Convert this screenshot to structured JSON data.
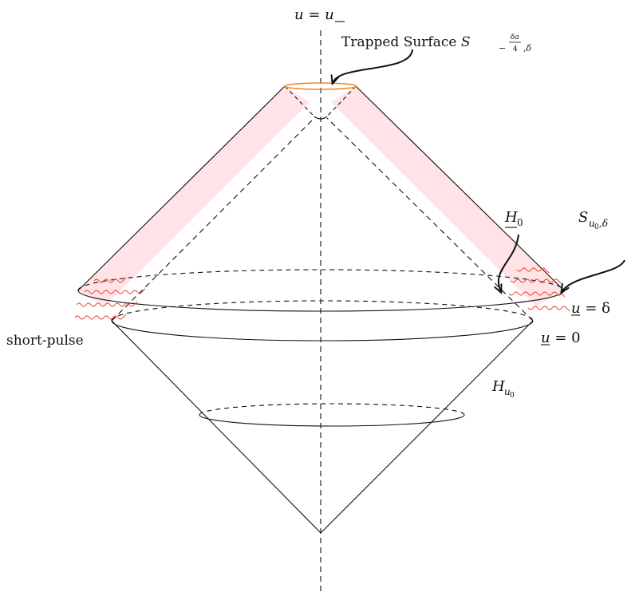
{
  "labels": {
    "axis_eq_u": "u",
    "axis_eq_sign": " = ",
    "axis_eq_ubar": "u",
    "trapped_text": "Trapped Surface ",
    "trapped_S": "S",
    "trapped_sub_minus": "−",
    "trapped_frac_num": "δa",
    "trapped_frac_den": "4",
    "trapped_sub_tail": ",δ",
    "H0_letter": "H",
    "H0_sub": "0",
    "Su0_S": "S",
    "Su0_sub_u": "u",
    "Su0_sub_0": "0",
    "Su0_sub_tail": ",δ",
    "ubar_delta_u": "u",
    "ubar_delta_rest": " = δ",
    "ubar_zero_u": "u",
    "ubar_zero_rest": " = 0",
    "short_pulse": "short-pulse",
    "Hu0_H": "H",
    "Hu0_u": "u",
    "Hu0_0": "0"
  },
  "colors": {
    "line": "#111111",
    "band": "#ffe3e6",
    "pulse": "#e8473a",
    "trapped_ring": "#f08a24"
  }
}
